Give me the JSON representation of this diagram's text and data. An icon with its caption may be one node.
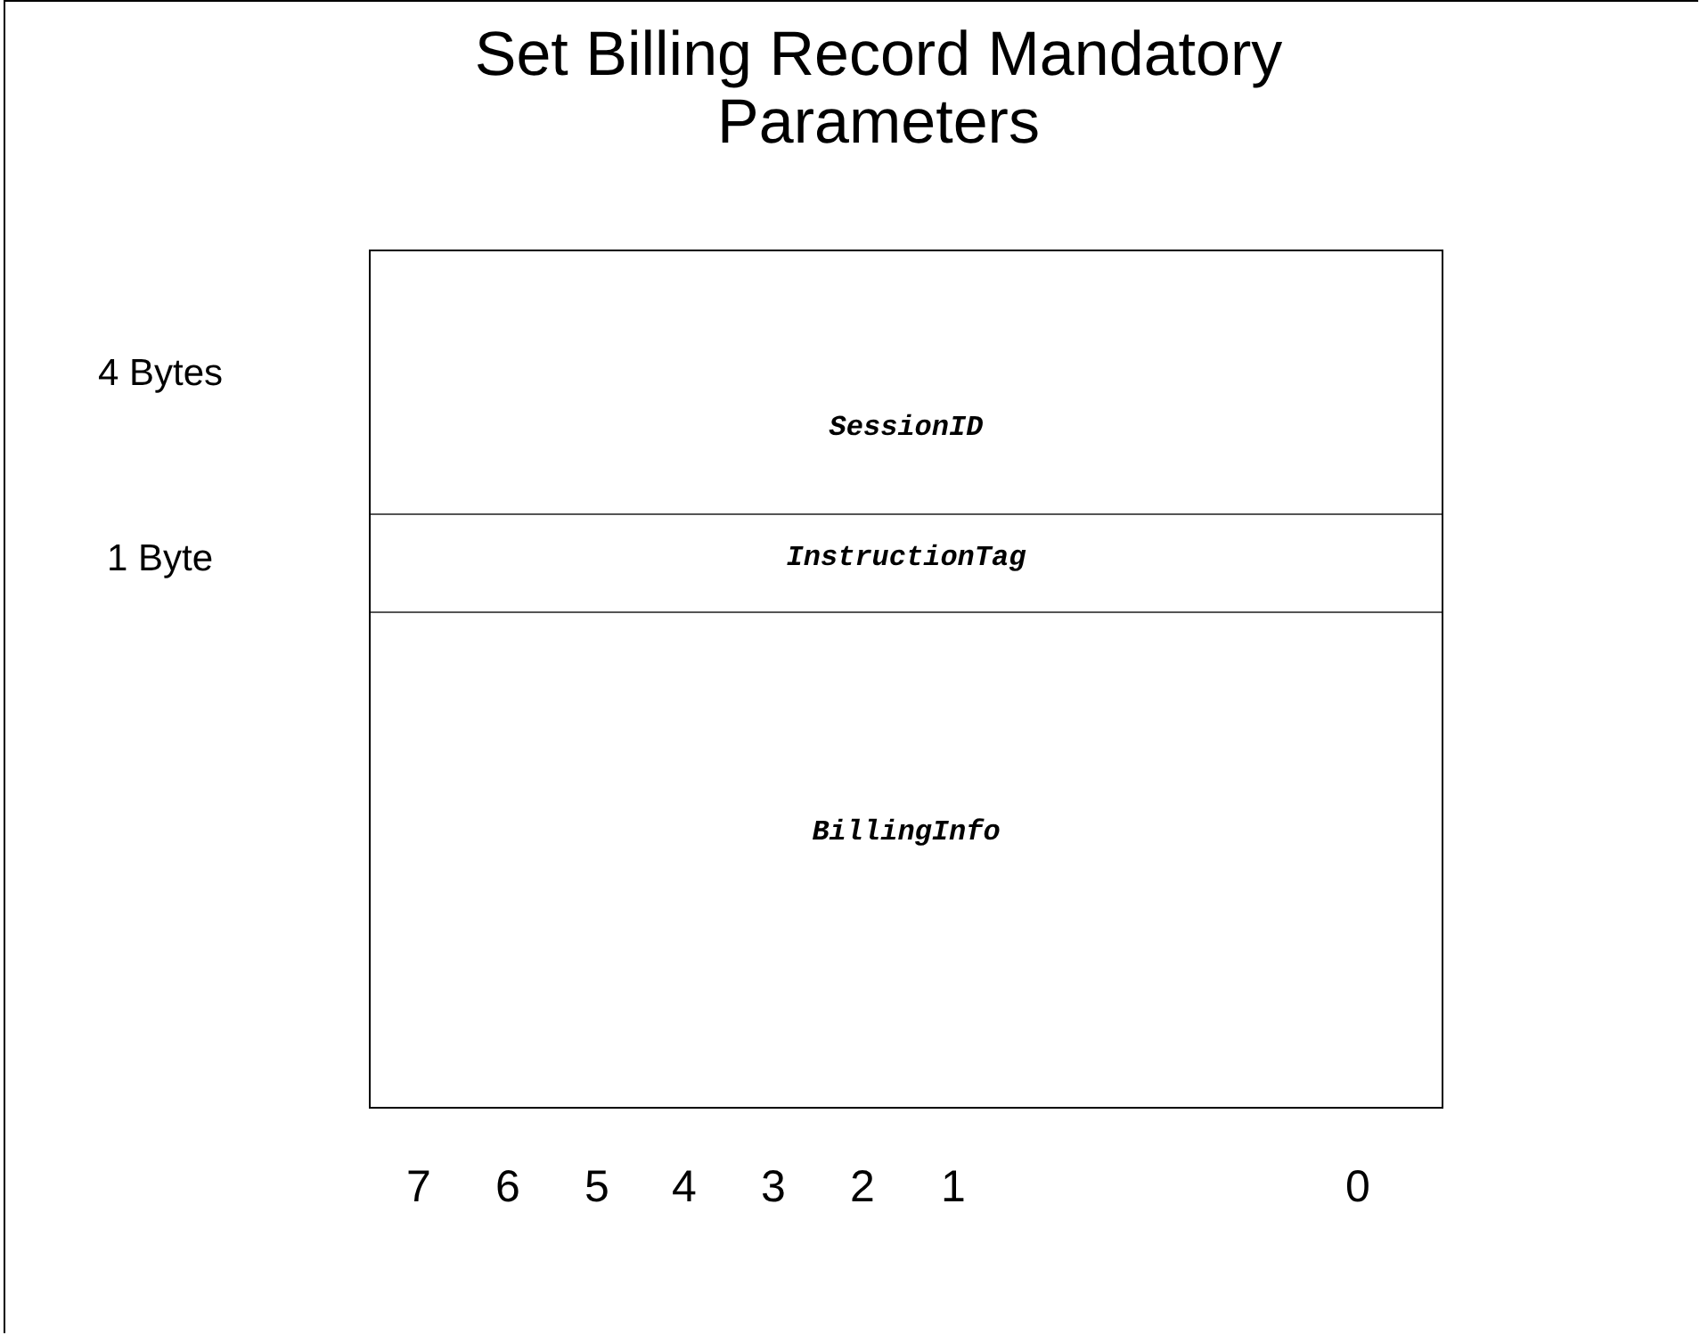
{
  "diagram": {
    "title": "Set Billing Record Mandatory Parameters",
    "nodes": [
      {
        "text": [
          "SessionID"
        ]
      },
      {
        "text": [
          "InstructionTag"
        ]
      },
      {
        "text": [
          "BillingInfo"
        ]
      }
    ],
    "labels": [
      "4 Bytes",
      "1 Byte",
      "7",
      "6",
      "5",
      "4",
      "3",
      "2",
      "1",
      "0"
    ]
  }
}
